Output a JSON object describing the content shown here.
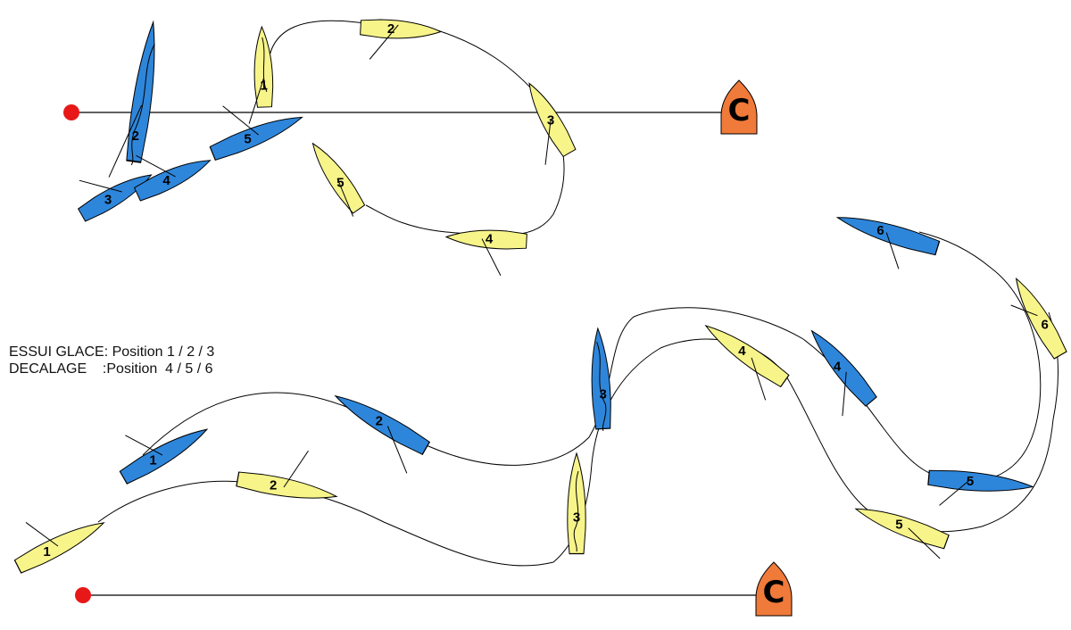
{
  "legend": {
    "line1": "ESSUI GLACE: Position 1 / 2 / 3",
    "line2": "DECALAGE    :Position  4 / 5 / 6"
  },
  "colors": {
    "yellow_boat": "#f7f48a",
    "blue_boat": "#2e86db",
    "buoy": "#e81818",
    "committee_boat": "#f07a3a"
  },
  "committee_boat_label": "C",
  "top_diagram": {
    "yellow_labels": [
      "1",
      "2",
      "3",
      "4",
      "5"
    ],
    "blue_labels": [
      "2",
      "3",
      "4",
      "5"
    ]
  },
  "bottom_diagram": {
    "yellow_labels": [
      "1",
      "2",
      "3",
      "4",
      "5",
      "6"
    ],
    "blue_labels": [
      "1",
      "2",
      "3",
      "4",
      "5",
      "6"
    ]
  }
}
